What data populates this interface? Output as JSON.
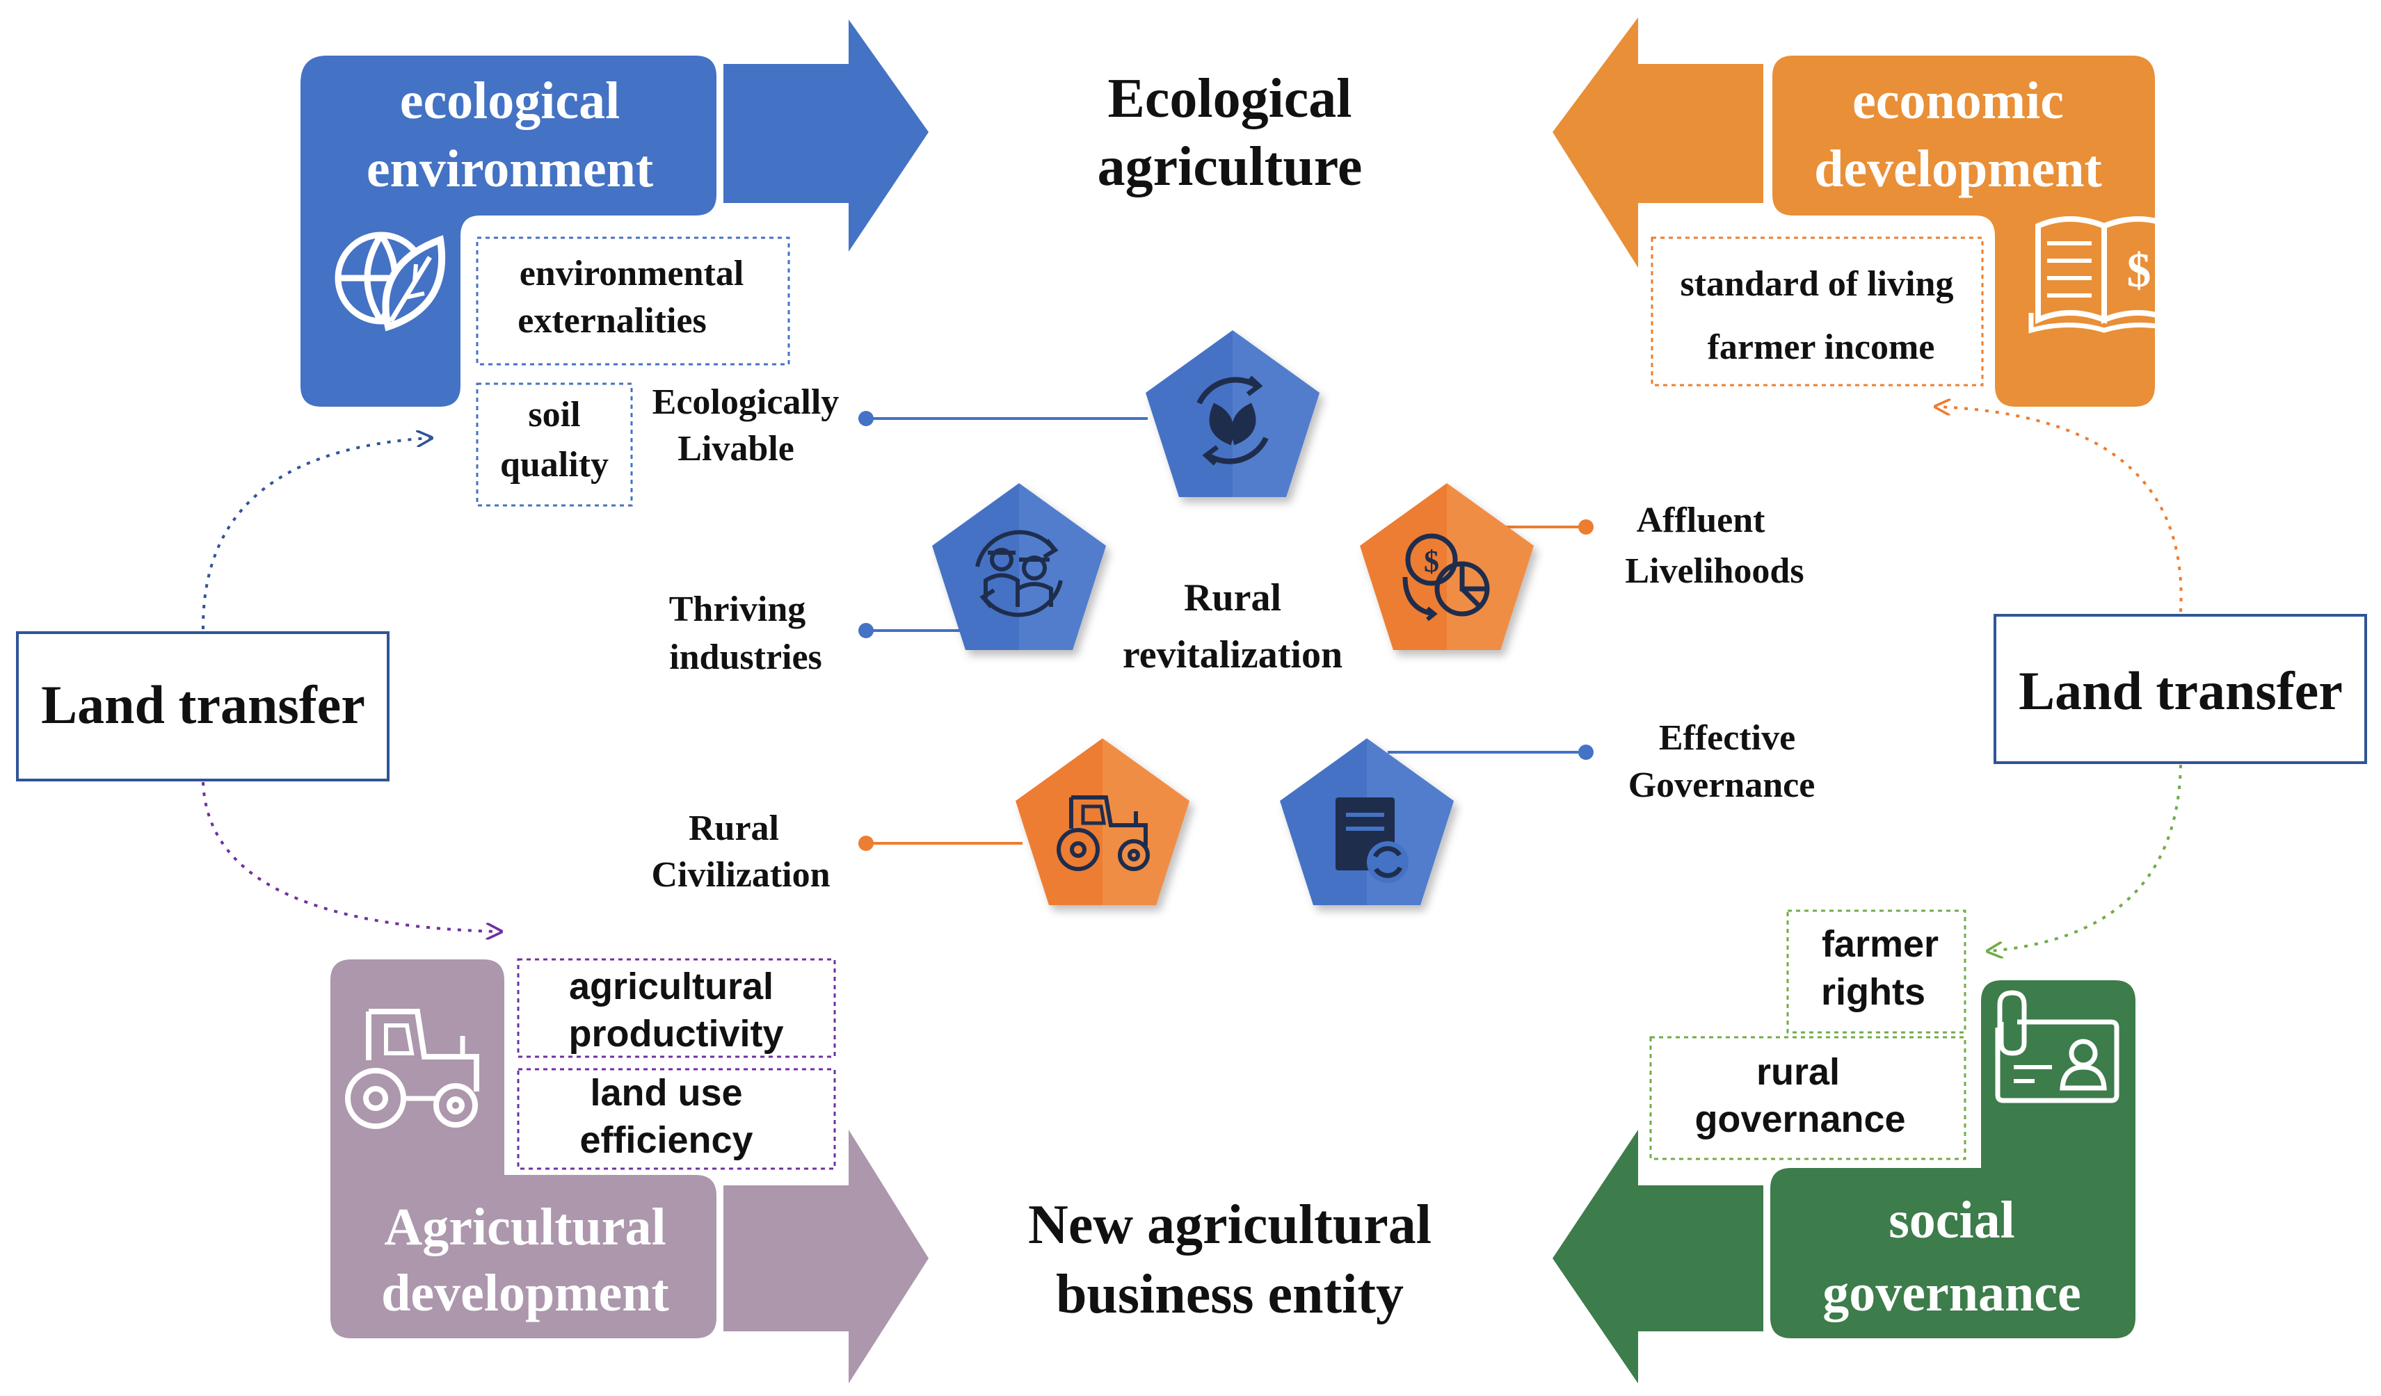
{
  "colors": {
    "blue": "#4472C4",
    "orange": "#E98F37",
    "orange_pentagon": "#ED7D31",
    "purple": "#AC97AC",
    "green": "#3D7C4B",
    "land_transfer_border": "#2F5597",
    "blue_connector": "#4472C4",
    "orange_connector": "#ED7D31",
    "purple_connector": "#7030A0",
    "green_connector": "#70AD47"
  },
  "quadrants": {
    "ecological": {
      "label_line1": "ecological",
      "label_line2": "environment",
      "icon": "globe-leaf-icon",
      "arrow_target_line1": "Ecological",
      "arrow_target_line2": "agriculture",
      "tags": [
        {
          "line1": "environmental",
          "line2": "externalities"
        },
        {
          "line1": "soil",
          "line2": "quality"
        }
      ]
    },
    "economic": {
      "label_line1": "economic",
      "label_line2": "development",
      "icon": "book-dollar-icon",
      "tags": [
        {
          "line1": "standard of living",
          "line2": "farmer income"
        }
      ]
    },
    "agricultural": {
      "label_line1": "Agricultural",
      "label_line2": "development",
      "icon": "tractor-icon",
      "arrow_target_line1": "New agricultural",
      "arrow_target_line2": "business entity",
      "tags": [
        {
          "line1": "agricultural",
          "line2": "productivity"
        },
        {
          "line1": "land use",
          "line2": "efficiency"
        }
      ]
    },
    "social": {
      "label_line1": "social",
      "label_line2": "governance",
      "icon": "id-card-icon",
      "tags": [
        {
          "line1": "farmer",
          "line2": "rights"
        },
        {
          "line1": "rural",
          "line2": "governance"
        }
      ]
    }
  },
  "land_transfer": {
    "left": "Land transfer",
    "right": "Land transfer"
  },
  "center": {
    "line1": "Rural",
    "line2": "revitalization"
  },
  "pillars": [
    {
      "line1": "Ecologically",
      "line2": "Livable",
      "color": "blue",
      "icon": "leaf-cycle-icon"
    },
    {
      "line1": "Thriving",
      "line2": "industries",
      "color": "blue",
      "icon": "farmers-cycle-icon"
    },
    {
      "line1": "Affluent",
      "line2": "Livelihoods",
      "color": "orange",
      "icon": "money-chart-icon"
    },
    {
      "line1": "Effective",
      "line2": "Governance",
      "color": "blue",
      "icon": "document-refresh-icon"
    },
    {
      "line1": "Rural",
      "line2": "Civilization",
      "color": "orange",
      "icon": "tractor-icon"
    }
  ]
}
